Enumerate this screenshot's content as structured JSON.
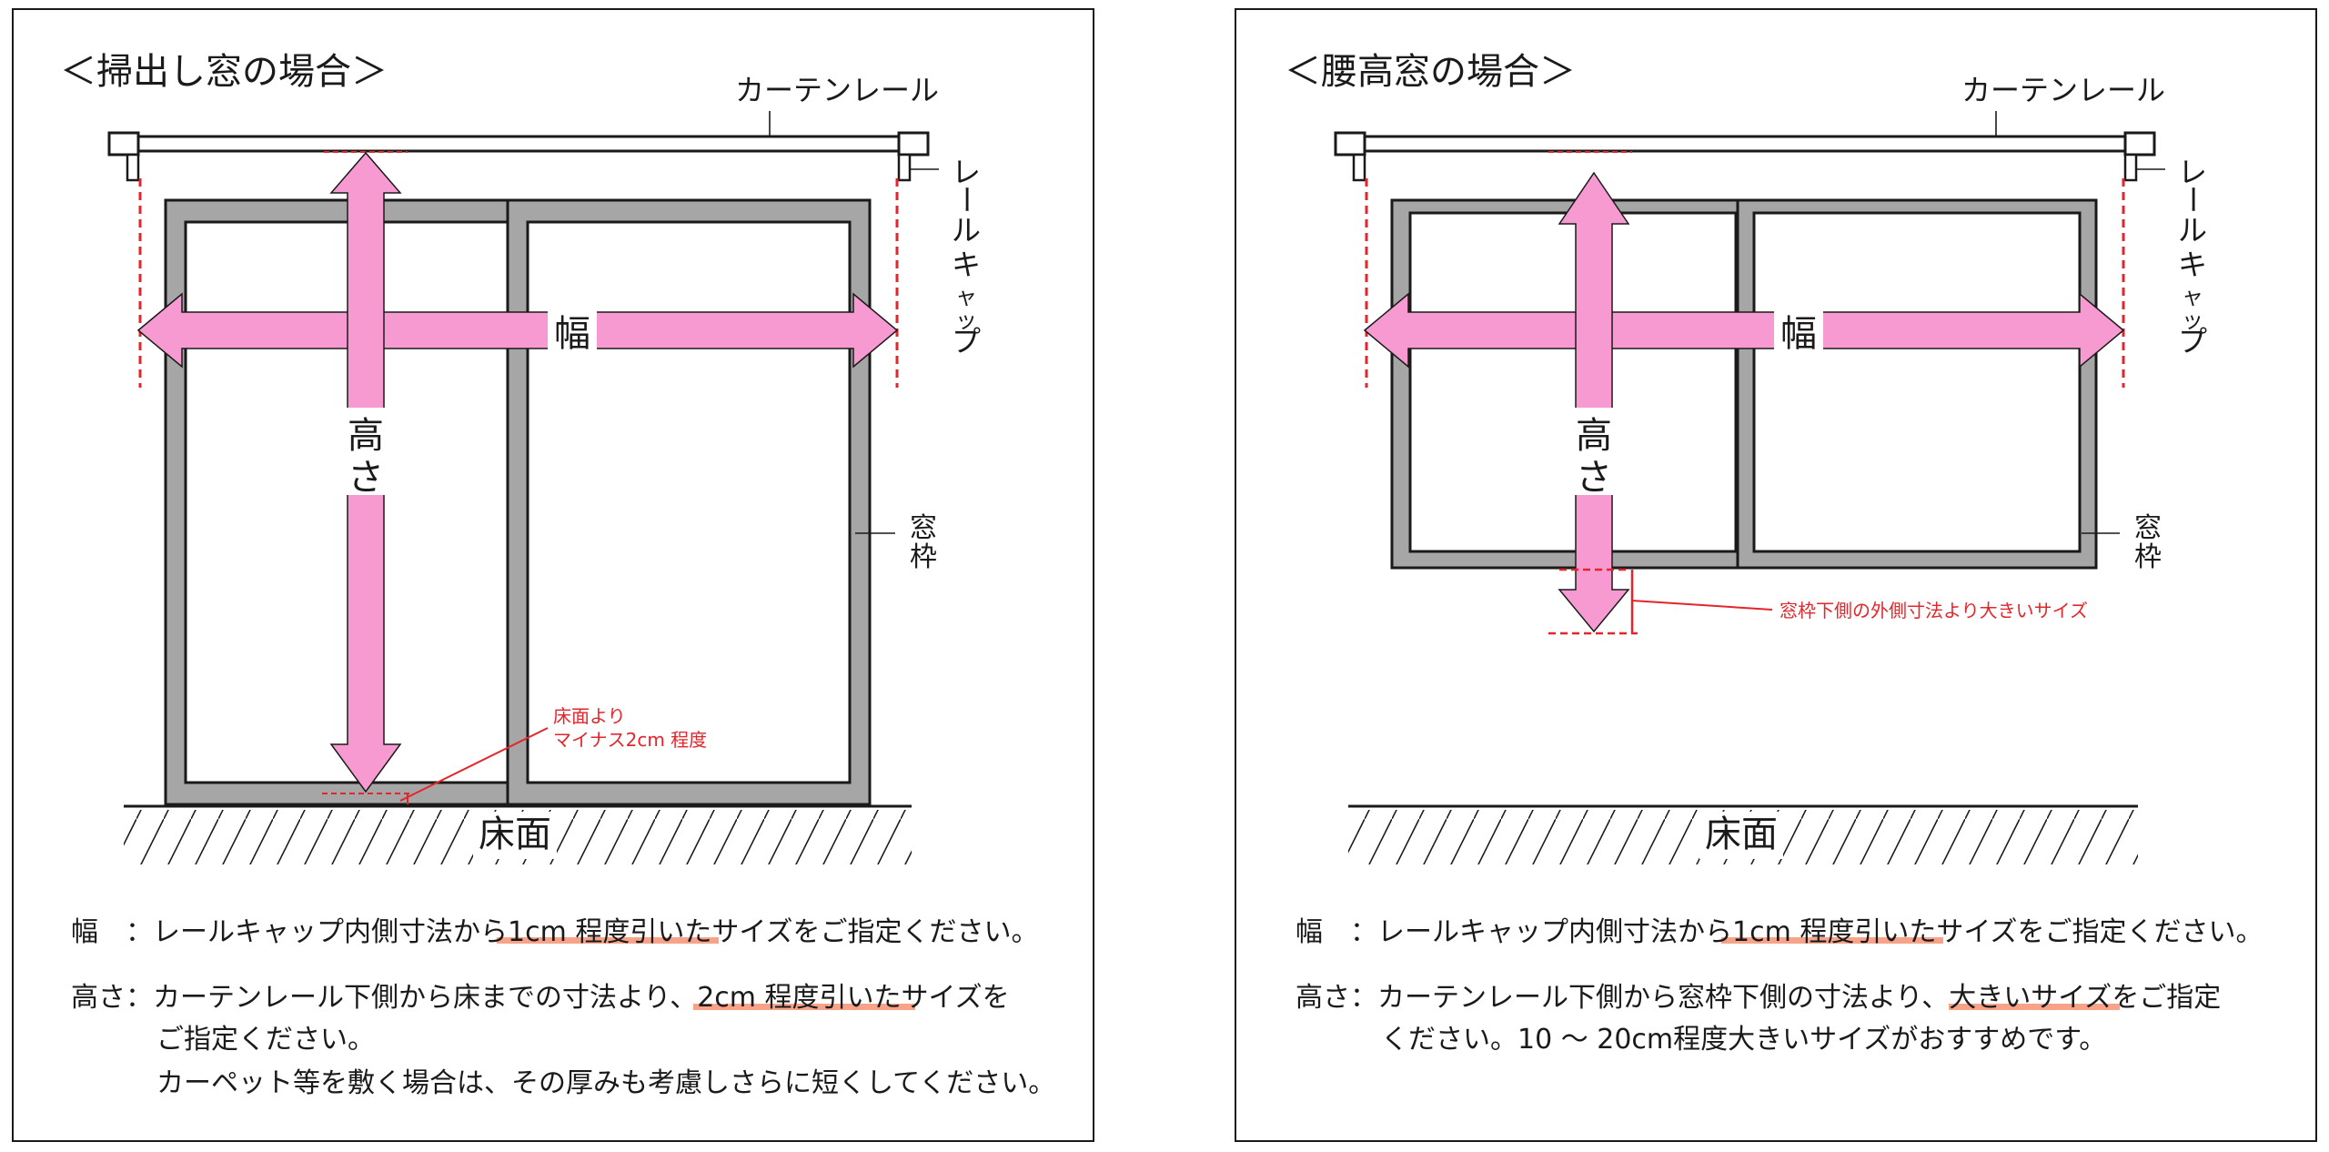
{
  "colors": {
    "frame_gray": "#a6a6a6",
    "arrow_pink": "#f89ad2",
    "guide_red": "#e3262b",
    "underline_salmon": "#f6a38a",
    "line_black": "#1a1a1a"
  },
  "left_panel": {
    "title": "＜掃出し窓の場合＞",
    "rail_label": "カーテンレール",
    "rail_cap_label": [
      "レ",
      "ー",
      "ル",
      "キ",
      "ャ",
      "ッ",
      "プ"
    ],
    "window_frame_label": [
      "窓",
      "枠"
    ],
    "width_label": "幅",
    "height_label": [
      "高",
      "さ"
    ],
    "floor_label": "床面",
    "note_lines": [
      "床面より",
      "マイナス2cm 程度"
    ],
    "desc_width": {
      "prefix": "幅　：レールキャップ内側寸法から",
      "highlight": "1cm 程度引いた",
      "suffix": "サイズをご指定ください。"
    },
    "desc_height": {
      "prefix": "高さ：カーテンレール下側から床までの寸法より、",
      "highlight": "2cm 程度引いた",
      "suffix": "サイズを",
      "line2": "ご指定ください。",
      "line3": "カーペット等を敷く場合は、その厚みも考慮しさらに短くしてください。"
    }
  },
  "right_panel": {
    "title": "＜腰高窓の場合＞",
    "rail_label": "カーテンレール",
    "rail_cap_label": [
      "レ",
      "ー",
      "ル",
      "キ",
      "ャ",
      "ッ",
      "プ"
    ],
    "window_frame_label": [
      "窓",
      "枠"
    ],
    "width_label": "幅",
    "height_label": [
      "高",
      "さ"
    ],
    "floor_label": "床面",
    "note": "窓枠下側の外側寸法より大きいサイズ",
    "desc_width": {
      "prefix": "幅　：レールキャップ内側寸法から",
      "highlight": "1cm 程度引いた",
      "suffix": "サイズをご指定ください。"
    },
    "desc_height": {
      "prefix": "高さ：カーテンレール下側から窓枠下側の寸法より、",
      "highlight": "大きいサイズ",
      "suffix": "をご指定",
      "line2": "ください。10 ～ 20cm程度大きいサイズがおすすめです。"
    }
  }
}
